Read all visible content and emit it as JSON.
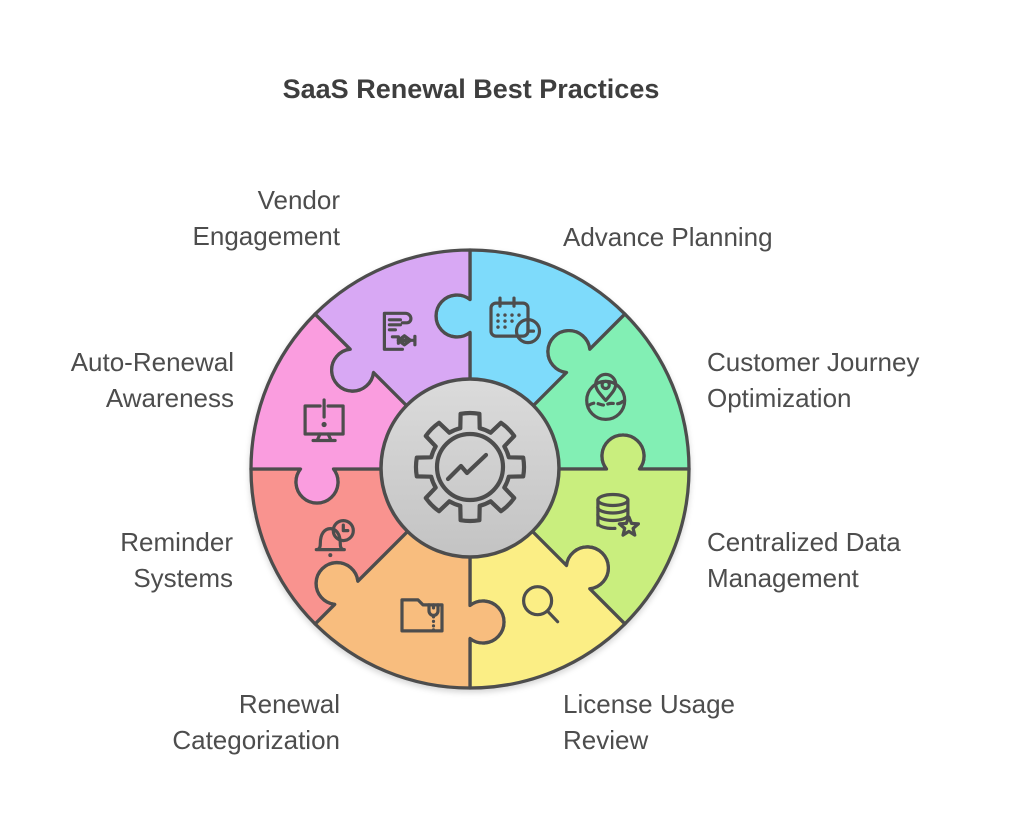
{
  "title": "SaaS Renewal Best Practices",
  "diagram": {
    "background_color": "#ffffff",
    "outline_color": "#4d4d4d",
    "text_color": "#4d4d4d",
    "center": {
      "icon": "gear-growth-chart-icon",
      "fill_top": "#dbdbdb",
      "fill_bottom": "#c3c3c3"
    },
    "segments": [
      {
        "label": "Advance Planning",
        "color": "#7edbfb",
        "icon": "calendar-clock-icon"
      },
      {
        "label": "Customer Journey Optimization",
        "color": "#82efb4",
        "icon": "map-pin-route-icon"
      },
      {
        "label": "Centralized Data Management",
        "color": "#c9ee7e",
        "icon": "database-star-icon"
      },
      {
        "label": "License Usage Review",
        "color": "#fbee85",
        "icon": "magnifier-icon"
      },
      {
        "label": "Renewal Categorization",
        "color": "#f8bd7e",
        "icon": "zip-folder-icon"
      },
      {
        "label": "Reminder Systems",
        "color": "#f9938f",
        "icon": "bell-clock-icon"
      },
      {
        "label": "Auto-Renewal Awareness",
        "color": "#fa9ddf",
        "icon": "monitor-alert-icon"
      },
      {
        "label": "Vendor Engagement",
        "color": "#d8a8f4",
        "icon": "document-handshake-icon"
      }
    ]
  }
}
